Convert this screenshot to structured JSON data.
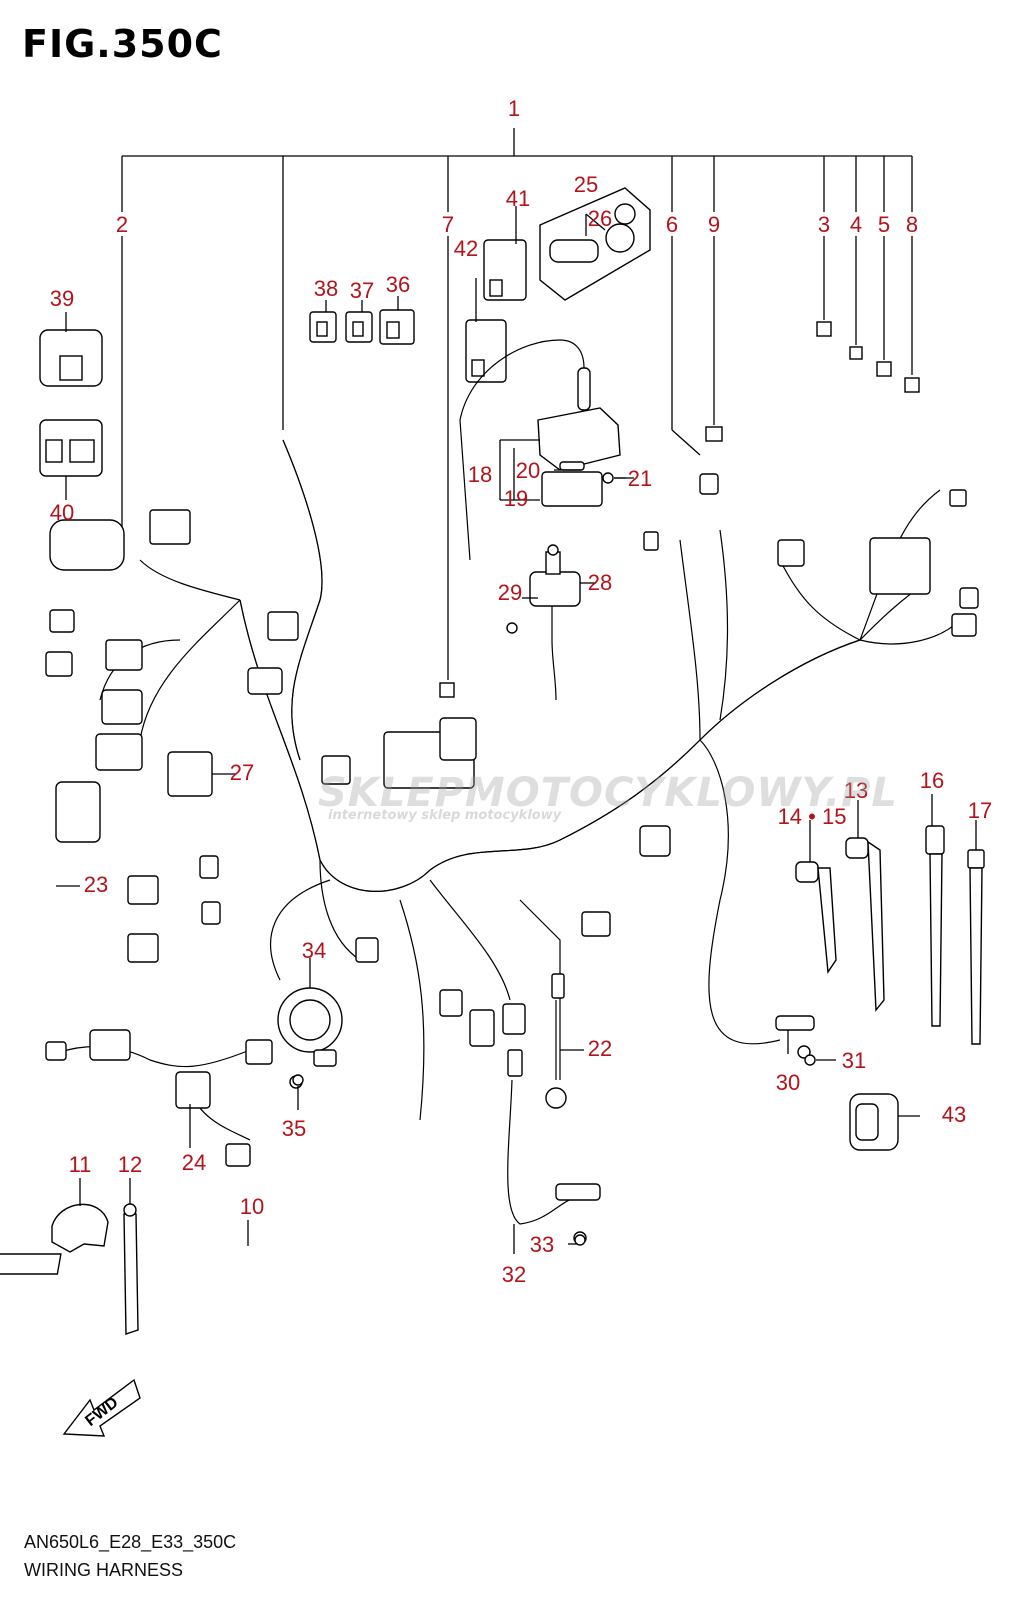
{
  "figure": {
    "title": "FIG.350C",
    "model_code": "AN650L6_E28_E33_350C",
    "name": "WIRING HARNESS",
    "fwd_label": "FWD",
    "watermark": "SKLEPMOTOCYKLOWY.PL",
    "watermark_sub": "internetowy sklep motocyklowy"
  },
  "colors": {
    "callout": "#b3141b",
    "line": "#000000"
  },
  "callouts": [
    {
      "id": "1",
      "label": "1"
    },
    {
      "id": "2",
      "label": "2"
    },
    {
      "id": "3",
      "label": "3"
    },
    {
      "id": "4",
      "label": "4"
    },
    {
      "id": "5",
      "label": "5"
    },
    {
      "id": "6",
      "label": "6"
    },
    {
      "id": "7",
      "label": "7"
    },
    {
      "id": "8",
      "label": "8"
    },
    {
      "id": "9",
      "label": "9"
    },
    {
      "id": "10",
      "label": "10"
    },
    {
      "id": "11",
      "label": "11"
    },
    {
      "id": "12",
      "label": "12"
    },
    {
      "id": "13",
      "label": "13"
    },
    {
      "id": "14-15",
      "label": "14 • 15"
    },
    {
      "id": "16",
      "label": "16"
    },
    {
      "id": "17",
      "label": "17"
    },
    {
      "id": "18",
      "label": "18"
    },
    {
      "id": "19",
      "label": "19"
    },
    {
      "id": "20",
      "label": "20"
    },
    {
      "id": "21",
      "label": "21"
    },
    {
      "id": "22",
      "label": "22"
    },
    {
      "id": "23",
      "label": "23"
    },
    {
      "id": "24",
      "label": "24"
    },
    {
      "id": "25",
      "label": "25"
    },
    {
      "id": "26",
      "label": "26"
    },
    {
      "id": "27",
      "label": "27"
    },
    {
      "id": "28",
      "label": "28"
    },
    {
      "id": "29",
      "label": "29"
    },
    {
      "id": "30",
      "label": "30"
    },
    {
      "id": "31",
      "label": "31"
    },
    {
      "id": "32",
      "label": "32"
    },
    {
      "id": "33",
      "label": "33"
    },
    {
      "id": "34",
      "label": "34"
    },
    {
      "id": "35",
      "label": "35"
    },
    {
      "id": "36",
      "label": "36"
    },
    {
      "id": "37",
      "label": "37"
    },
    {
      "id": "38",
      "label": "38"
    },
    {
      "id": "39",
      "label": "39"
    },
    {
      "id": "40",
      "label": "40"
    },
    {
      "id": "41",
      "label": "41"
    },
    {
      "id": "42",
      "label": "42"
    },
    {
      "id": "43",
      "label": "43"
    }
  ]
}
